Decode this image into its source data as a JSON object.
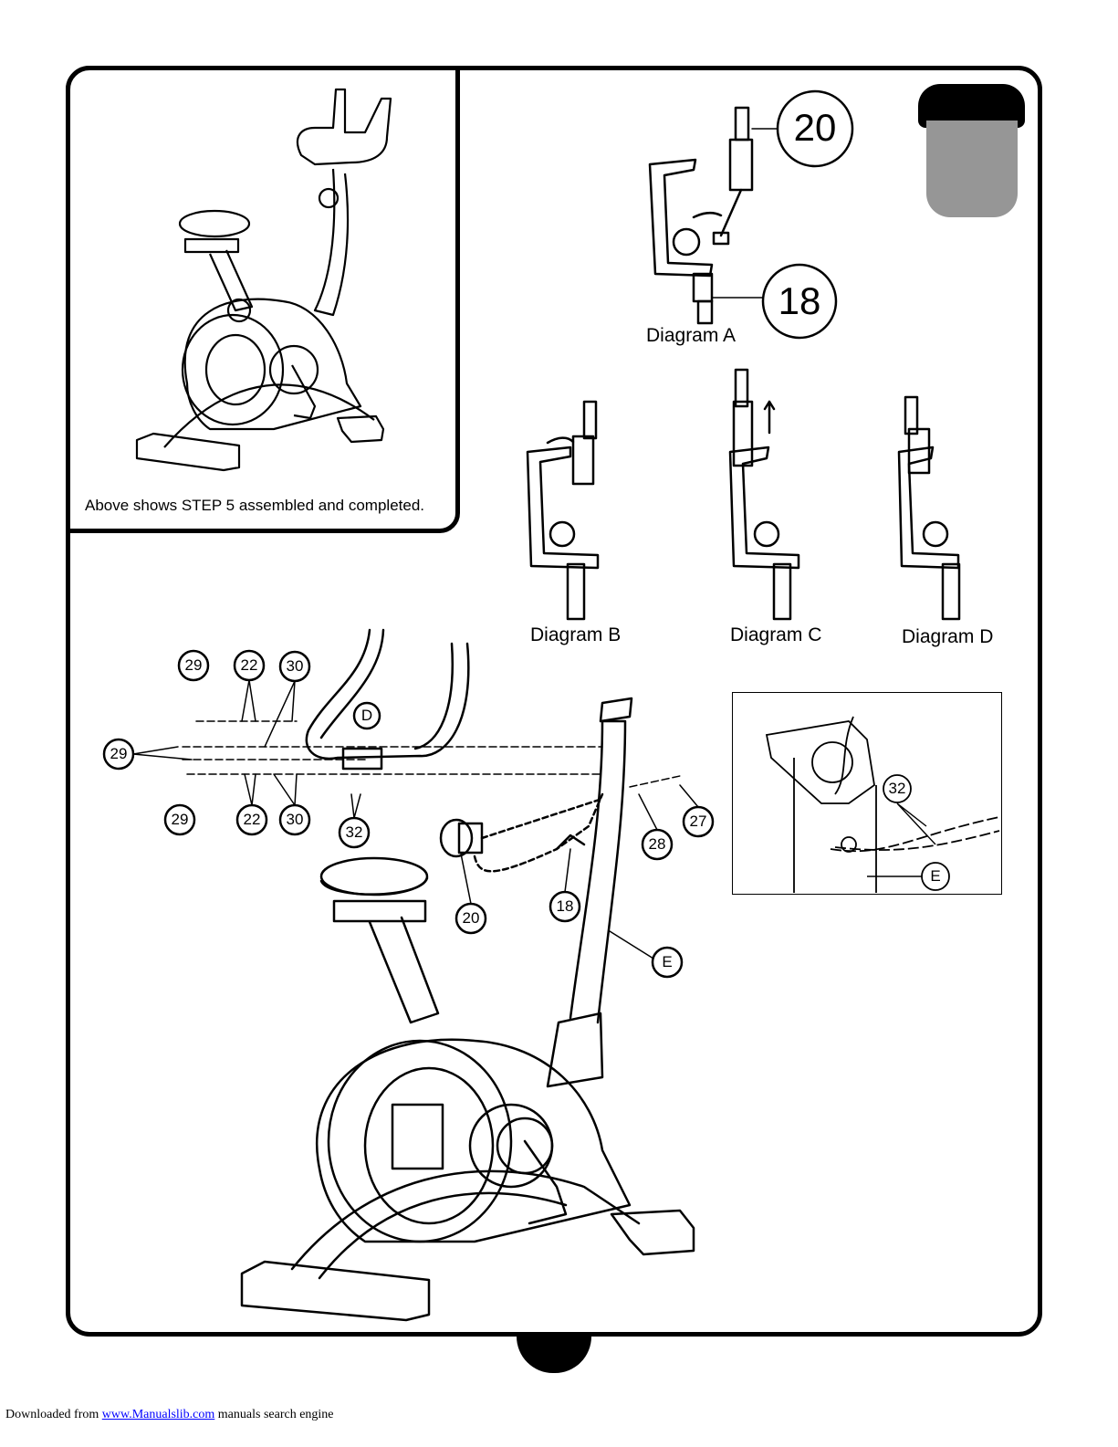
{
  "inset": {
    "caption": "Above shows STEP 5 assembled and completed."
  },
  "diagrams": {
    "a": "Diagram A",
    "b": "Diagram B",
    "c": "Diagram C",
    "d": "Diagram D"
  },
  "diagram_a_callouts": [
    "20",
    "18"
  ],
  "part_callouts": {
    "bolt_top": "29",
    "washer_top": "22",
    "spacer_top": "30",
    "bolt_left": "29",
    "bolt_bottom": "29",
    "washer_bottom": "22",
    "spacer_bottom": "30",
    "handlebar": "D",
    "wire_connector": "32",
    "tension_knob": "20",
    "cable": "18",
    "washer_right": "28",
    "screw_right": "27",
    "upright_post": "E"
  },
  "closeup_callouts": {
    "connector": "32",
    "post": "E"
  },
  "footer": {
    "prefix": "Downloaded from ",
    "link": "www.Manualslib.com",
    "suffix": "  manuals search engine"
  }
}
